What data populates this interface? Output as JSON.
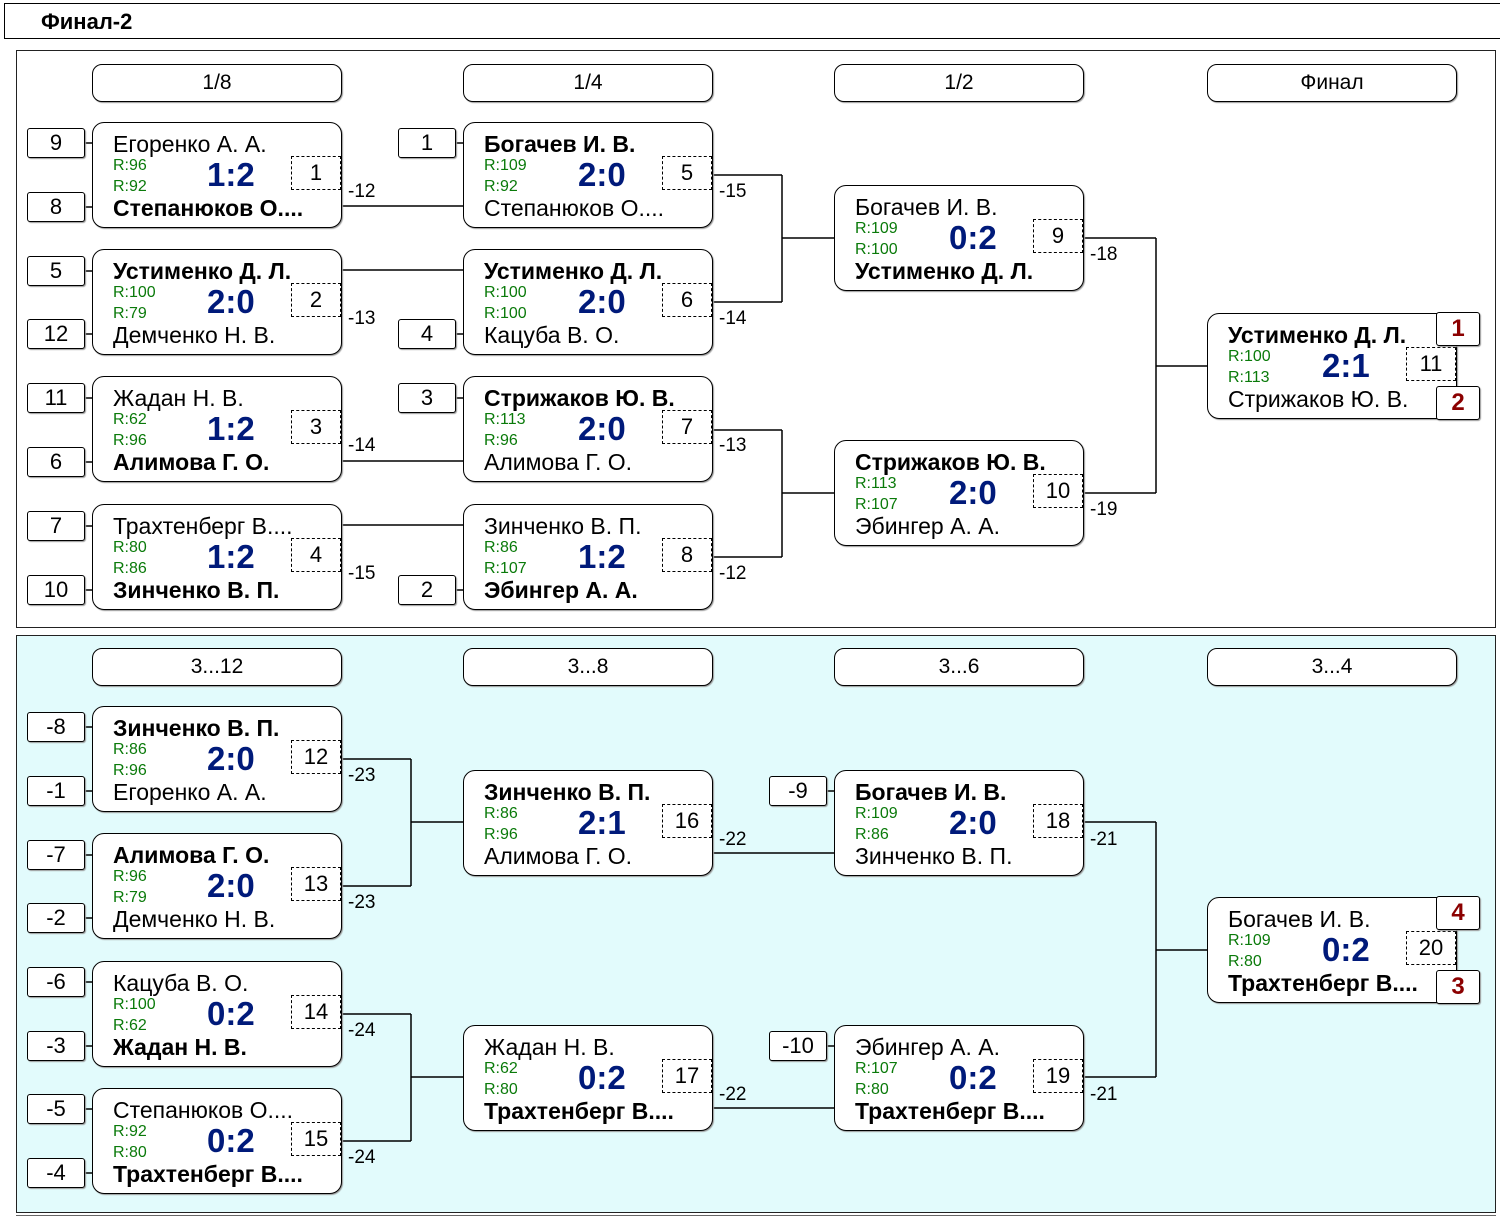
{
  "title": "Финал-2",
  "rounds": [
    "1/8",
    "1/4",
    "1/2",
    "Финал"
  ],
  "cons_rounds": [
    "3...12",
    "3...8",
    "3...6",
    "3...4"
  ],
  "matches": [
    {
      "num": "1",
      "p1": "Егоренко А. А.",
      "r1": "R:96",
      "p2": "Степанюков О....",
      "r2": "R:92",
      "score": "1:2",
      "winner": 2,
      "ref": "-12"
    },
    {
      "num": "2",
      "p1": "Устименко Д. Л.",
      "r1": "R:100",
      "p2": "Демченко Н. В.",
      "r2": "R:79",
      "score": "2:0",
      "winner": 1,
      "ref": "-13"
    },
    {
      "num": "3",
      "p1": "Жадан Н. В.",
      "r1": "R:62",
      "p2": "Алимова Г. О.",
      "r2": "R:96",
      "score": "1:2",
      "winner": 2,
      "ref": "-14"
    },
    {
      "num": "4",
      "p1": "Трахтенберг В....",
      "r1": "R:80",
      "p2": "Зинченко В. П.",
      "r2": "R:86",
      "score": "1:2",
      "winner": 2,
      "ref": "-15"
    },
    {
      "num": "5",
      "p1": "Богачев И. В.",
      "r1": "R:109",
      "p2": "Степанюков О....",
      "r2": "R:92",
      "score": "2:0",
      "winner": 1,
      "ref": "-15"
    },
    {
      "num": "6",
      "p1": "Устименко Д. Л.",
      "r1": "R:100",
      "p2": "Кацуба В. О.",
      "r2": "R:100",
      "score": "2:0",
      "winner": 1,
      "ref": "-14"
    },
    {
      "num": "7",
      "p1": "Стрижаков Ю. В.",
      "r1": "R:113",
      "p2": "Алимова Г. О.",
      "r2": "R:96",
      "score": "2:0",
      "winner": 1,
      "ref": "-13"
    },
    {
      "num": "8",
      "p1": "Зинченко В. П.",
      "r1": "R:86",
      "p2": "Эбингер А. А.",
      "r2": "R:107",
      "score": "1:2",
      "winner": 2,
      "ref": "-12"
    },
    {
      "num": "9",
      "p1": "Богачев И. В.",
      "r1": "R:109",
      "p2": "Устименко Д. Л.",
      "r2": "R:100",
      "score": "0:2",
      "winner": 2,
      "ref": "-18"
    },
    {
      "num": "10",
      "p1": "Стрижаков Ю. В.",
      "r1": "R:113",
      "p2": "Эбингер А. А.",
      "r2": "R:107",
      "score": "2:0",
      "winner": 1,
      "ref": "-19"
    },
    {
      "num": "11",
      "p1": "Устименко Д. Л.",
      "r1": "R:100",
      "p2": "Стрижаков Ю. В.",
      "r2": "R:113",
      "score": "2:1",
      "winner": 1,
      "ref": ""
    },
    {
      "num": "12",
      "p1": "Зинченко В. П.",
      "r1": "R:86",
      "p2": "Егоренко А. А.",
      "r2": "R:96",
      "score": "2:0",
      "winner": 1,
      "ref": "-23"
    },
    {
      "num": "13",
      "p1": "Алимова Г. О.",
      "r1": "R:96",
      "p2": "Демченко Н. В.",
      "r2": "R:79",
      "score": "2:0",
      "winner": 1,
      "ref": "-23"
    },
    {
      "num": "14",
      "p1": "Кацуба В. О.",
      "r1": "R:100",
      "p2": "Жадан Н. В.",
      "r2": "R:62",
      "score": "0:2",
      "winner": 2,
      "ref": "-24"
    },
    {
      "num": "15",
      "p1": "Степанюков О....",
      "r1": "R:92",
      "p2": "Трахтенберг В....",
      "r2": "R:80",
      "score": "0:2",
      "winner": 2,
      "ref": "-24"
    },
    {
      "num": "16",
      "p1": "Зинченко В. П.",
      "r1": "R:86",
      "p2": "Алимова Г. О.",
      "r2": "R:96",
      "score": "2:1",
      "winner": 1,
      "ref": "-22"
    },
    {
      "num": "17",
      "p1": "Жадан Н. В.",
      "r1": "R:62",
      "p2": "Трахтенберг В....",
      "r2": "R:80",
      "score": "0:2",
      "winner": 2,
      "ref": "-22"
    },
    {
      "num": "18",
      "p1": "Богачев И. В.",
      "r1": "R:109",
      "p2": "Зинченко В. П.",
      "r2": "R:86",
      "score": "2:0",
      "winner": 1,
      "ref": "-21"
    },
    {
      "num": "19",
      "p1": "Эбингер А. А.",
      "r1": "R:107",
      "p2": "Трахтенберг В....",
      "r2": "R:80",
      "score": "0:2",
      "winner": 2,
      "ref": "-21"
    },
    {
      "num": "20",
      "p1": "Богачев И. В.",
      "r1": "R:109",
      "p2": "Трахтенберг В....",
      "r2": "R:80",
      "score": "0:2",
      "winner": 2,
      "ref": ""
    }
  ],
  "seeds": [
    "9",
    "8",
    "5",
    "12",
    "11",
    "6",
    "7",
    "10",
    "1",
    "4",
    "3",
    "2",
    "-8",
    "-1",
    "-7",
    "-2",
    "-6",
    "-3",
    "-5",
    "-4",
    "-9",
    "-10"
  ],
  "places": [
    "1",
    "2",
    "4",
    "3"
  ],
  "colors": {
    "score": "#001a7a",
    "rating": "#0a7a0a",
    "place": "#8b0000",
    "cons_bg": "#e2fbfc"
  }
}
